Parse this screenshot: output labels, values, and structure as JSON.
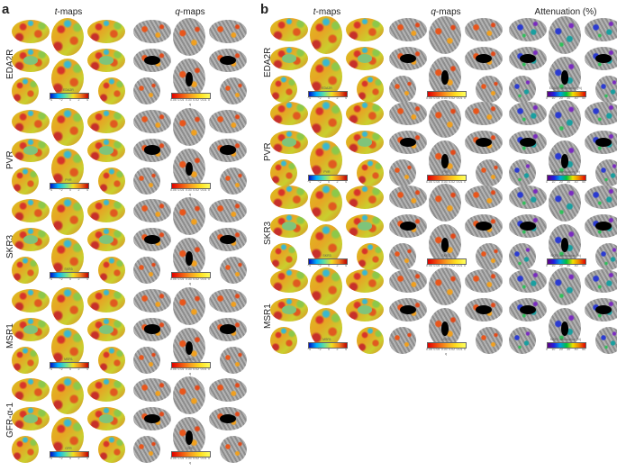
{
  "panels": [
    {
      "letter": "a",
      "columns": [
        {
          "italic": "t",
          "rest": "-maps",
          "kind": "t"
        },
        {
          "italic": "q",
          "rest": "-maps",
          "kind": "q"
        }
      ],
      "rows": [
        {
          "label": "EDA2R",
          "colorbars": [
            {
              "title": "EDA2R"
            },
            {
              "title": "EDA2R"
            }
          ]
        },
        {
          "label": "PVR",
          "colorbars": [
            {
              "title": "PVR"
            },
            {
              "title": "PVR"
            }
          ]
        },
        {
          "label": "SKR3",
          "colorbars": [
            {
              "title": "SKR3"
            },
            {
              "title": "SKR3"
            }
          ]
        },
        {
          "label": "MSR1",
          "colorbars": [
            {
              "title": "MSR1"
            },
            {
              "title": "MSR1"
            }
          ]
        },
        {
          "label": "GFR-α-1",
          "colorbars": [
            {
              "title": "GFR"
            },
            {
              "title": "GFR"
            }
          ]
        }
      ]
    },
    {
      "letter": "b",
      "columns": [
        {
          "italic": "t",
          "rest": "-maps",
          "kind": "t"
        },
        {
          "italic": "q",
          "rest": "-maps",
          "kind": "q"
        },
        {
          "italic": "",
          "rest": "Attenuation (%)",
          "kind": "att"
        }
      ],
      "rows": [
        {
          "label": "EDA2R",
          "colorbars": [
            {
              "title": "EDA2R"
            },
            {
              "title": "EDA2R"
            },
            {
              "title": "EDA2R attenuation (%)"
            }
          ]
        },
        {
          "label": "PVR",
          "colorbars": [
            {
              "title": "PVR"
            },
            {
              "title": "PVR"
            },
            {
              "title": "PVR attenuation (%)"
            }
          ]
        },
        {
          "label": "SKR3",
          "colorbars": [
            {
              "title": "SKR3"
            },
            {
              "title": "SKR3"
            },
            {
              "title": "SKR3 attenuation (%)"
            }
          ]
        },
        {
          "label": "MSR1",
          "colorbars": [
            {
              "title": "MSR1"
            },
            {
              "title": "MSR1"
            },
            {
              "title": "MSR1 attenuation (%)"
            }
          ]
        }
      ]
    }
  ],
  "scales": {
    "t": {
      "ticks": [
        "−4",
        "−2",
        "0",
        "2",
        "4"
      ],
      "xlabel": "",
      "colors": [
        "#0010c0",
        "#00b0ff",
        "#60e0a0",
        "#f0e020",
        "#f08020",
        "#c00000"
      ]
    },
    "q": {
      "ticks": [
        "0.05",
        "0.04",
        "0.03",
        "0.02",
        "0.01",
        "0"
      ],
      "xlabel": "q",
      "colors": [
        "#e00000",
        "#f05010",
        "#f8a020",
        "#ffe020",
        "#ffff60"
      ]
    },
    "att": {
      "ticks": [
        "0",
        "10",
        "20",
        "30",
        "40",
        "50"
      ],
      "xlabel": "",
      "colors": [
        "#600080",
        "#2020e0",
        "#00a0e0",
        "#00c040",
        "#f0e000",
        "#f08000",
        "#e00000"
      ]
    }
  }
}
